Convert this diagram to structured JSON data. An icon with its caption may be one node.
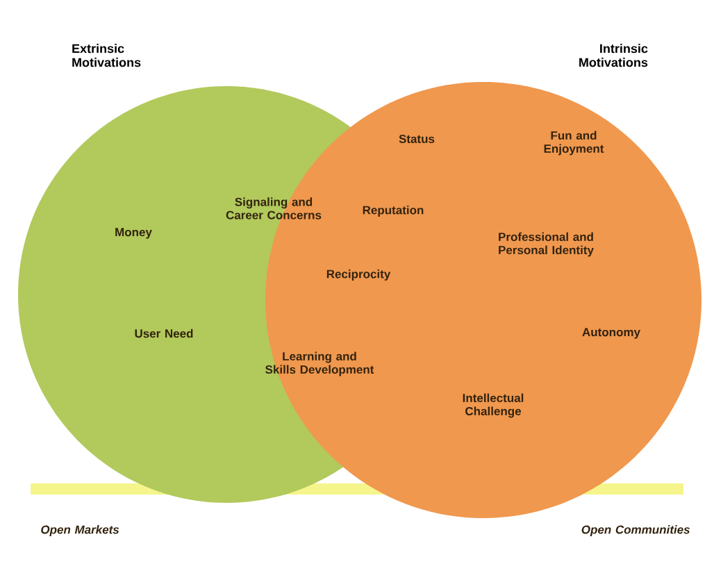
{
  "diagram": {
    "nodes": [
      {
        "text": [
          "Extrinsic Motivations"
        ]
      },
      {
        "text": [
          "Intrinsic Motivations"
        ]
      }
    ],
    "labels": [
      "Status",
      "Fun and Enjoyment",
      "Signaling and Career Concerns",
      "Reputation",
      "Money",
      "Professional and Personal Identity",
      "Reciprocity",
      "User Need",
      "Learning and Skills Development",
      "Autonomy",
      "Intellectual Challenge",
      "Open Markets",
      "Open Communities"
    ]
  }
}
